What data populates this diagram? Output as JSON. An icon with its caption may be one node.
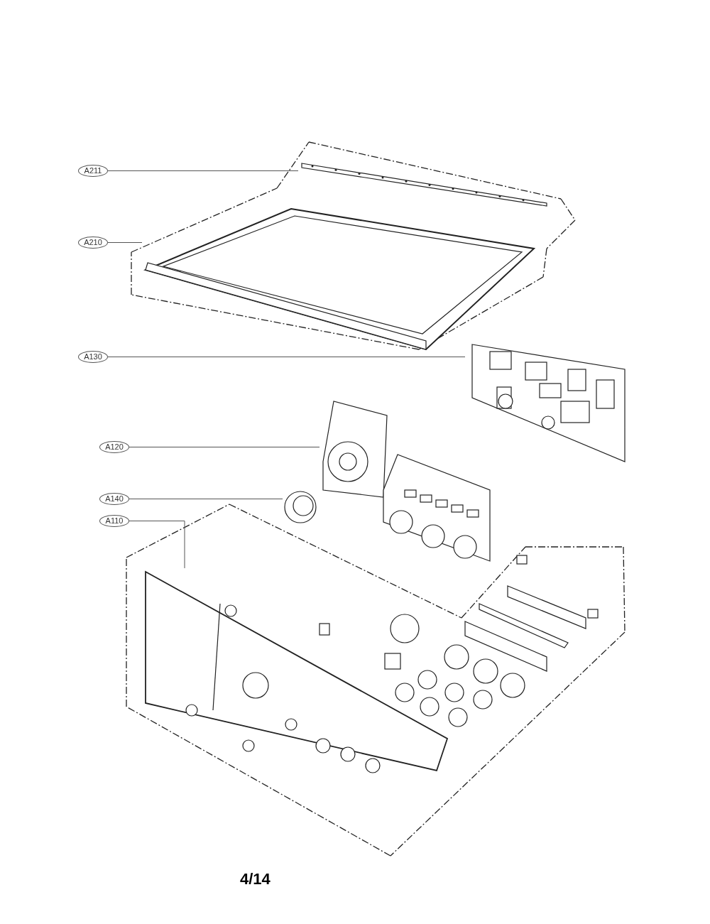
{
  "diagram": {
    "nodes": [
      {
        "text": [
          "A211"
        ]
      },
      {
        "text": [
          "A210"
        ]
      },
      {
        "text": [
          "A130"
        ]
      },
      {
        "text": [
          "A120"
        ]
      },
      {
        "text": [
          "A140"
        ]
      },
      {
        "text": [
          "A110"
        ]
      },
      {
        "text": [],
        "shape": "picture"
      },
      {
        "text": [],
        "shape": "picture"
      },
      {
        "text": [],
        "shape": "picture"
      },
      {
        "text": [],
        "shape": "picture"
      },
      {
        "text": [],
        "shape": "picture"
      },
      {
        "text": [],
        "shape": "picture"
      }
    ],
    "edges": [
      {
        "from": 0,
        "to": 6,
        "arrow": "none"
      },
      {
        "from": 1,
        "to": 7,
        "arrow": "none"
      },
      {
        "from": 2,
        "to": 8,
        "arrow": "none"
      },
      {
        "from": 3,
        "to": 9,
        "arrow": "none"
      },
      {
        "from": 4,
        "to": 10,
        "arrow": "none"
      },
      {
        "from": 5,
        "to": 11,
        "arrow": "none"
      }
    ],
    "labels": [
      "4/14"
    ]
  }
}
